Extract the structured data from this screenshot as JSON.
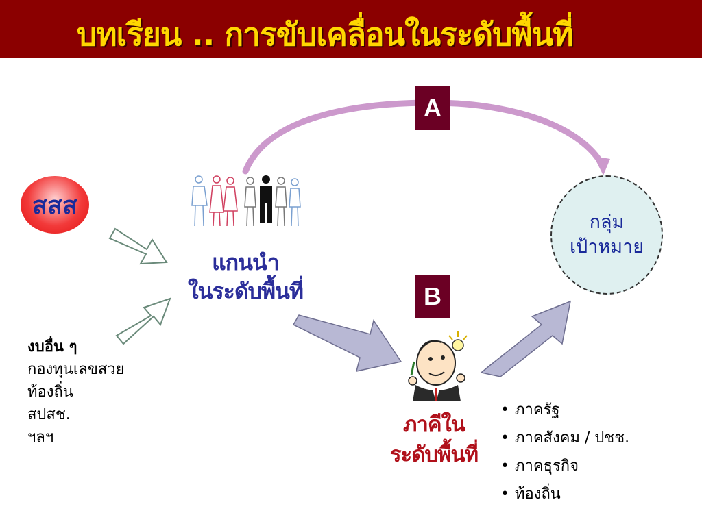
{
  "title": "บทเรียน .. การขับเคลื่อนในระดับพื้นที่",
  "nodes": {
    "sss": "สสส",
    "target_line1": "กลุ่ม",
    "target_line2": "เป้าหมาย",
    "leader_line1": "แกนนำ",
    "leader_line2": "ในระดับพื้นที่",
    "local_line1": "ภาคีใน",
    "local_line2": "ระดับพื้นที่"
  },
  "badges": {
    "a": "A",
    "b": "B"
  },
  "funds": {
    "heading": "งบอื่น ๆ",
    "items": [
      "กองทุนเลขสวย",
      "ท้องถิ่น",
      "สปสช.",
      "ฯลฯ"
    ]
  },
  "sectors": [
    "ภาครัฐ",
    "ภาคสังคม / ปชช.",
    "ภาคธุรกิจ",
    "ท้องถิ่น"
  ],
  "colors": {
    "header_bg": "#8b0000",
    "title": "#ffd700",
    "curve": "#cc99cc",
    "arrow_fill": "#b8b8d4",
    "badge": "#6b0024"
  }
}
